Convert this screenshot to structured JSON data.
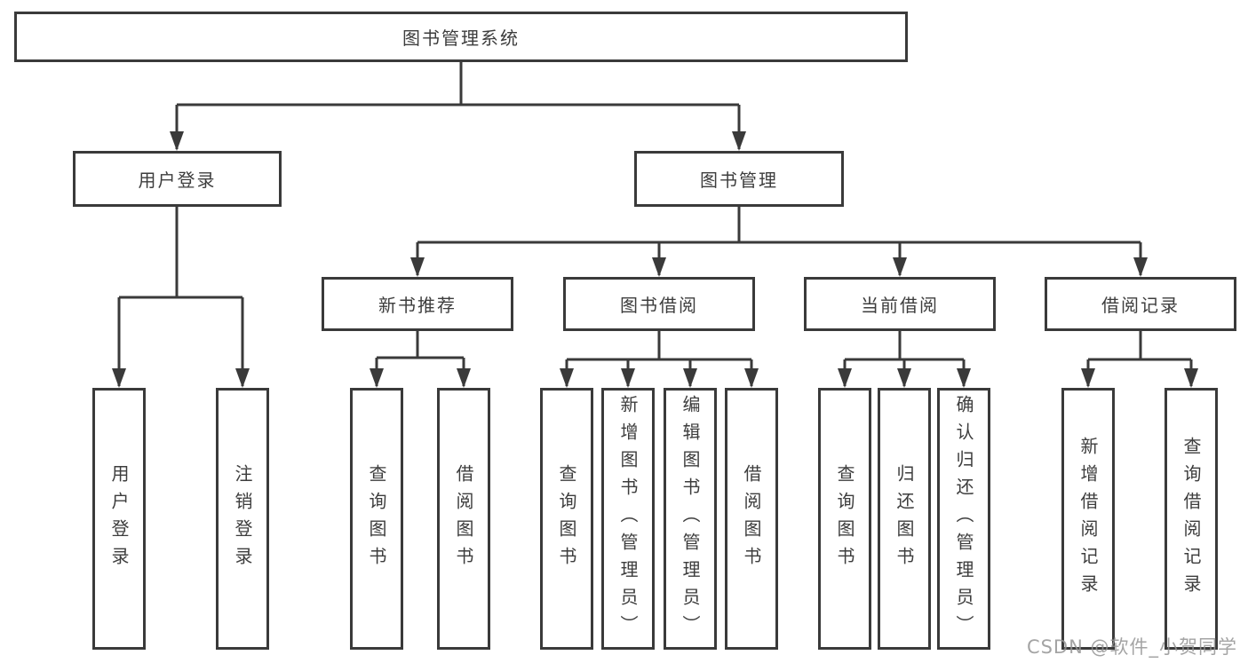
{
  "tree": {
    "root": "图书管理系统",
    "branches": [
      {
        "label": "用户登录",
        "children": [
          "用户登录",
          "注销登录"
        ]
      },
      {
        "label": "图书管理",
        "sections": [
          {
            "label": "新书推荐",
            "children": [
              "查询图书",
              "借阅图书"
            ]
          },
          {
            "label": "图书借阅",
            "children": [
              "查询图书",
              "新增图书（管理员）",
              "编辑图书（管理员）",
              "借阅图书"
            ]
          },
          {
            "label": "当前借阅",
            "children": [
              "查询图书",
              "归还图书",
              "确认归还（管理员）"
            ]
          },
          {
            "label": "借阅记录",
            "children": [
              "新增借阅记录",
              "查询借阅记录"
            ]
          }
        ]
      }
    ]
  },
  "colors": {
    "line": "#3a3a3a",
    "text": "#3d3d3d",
    "background": "#ffffff",
    "watermark": "#949494"
  },
  "watermark": "CSDN @软件_小贺同学"
}
